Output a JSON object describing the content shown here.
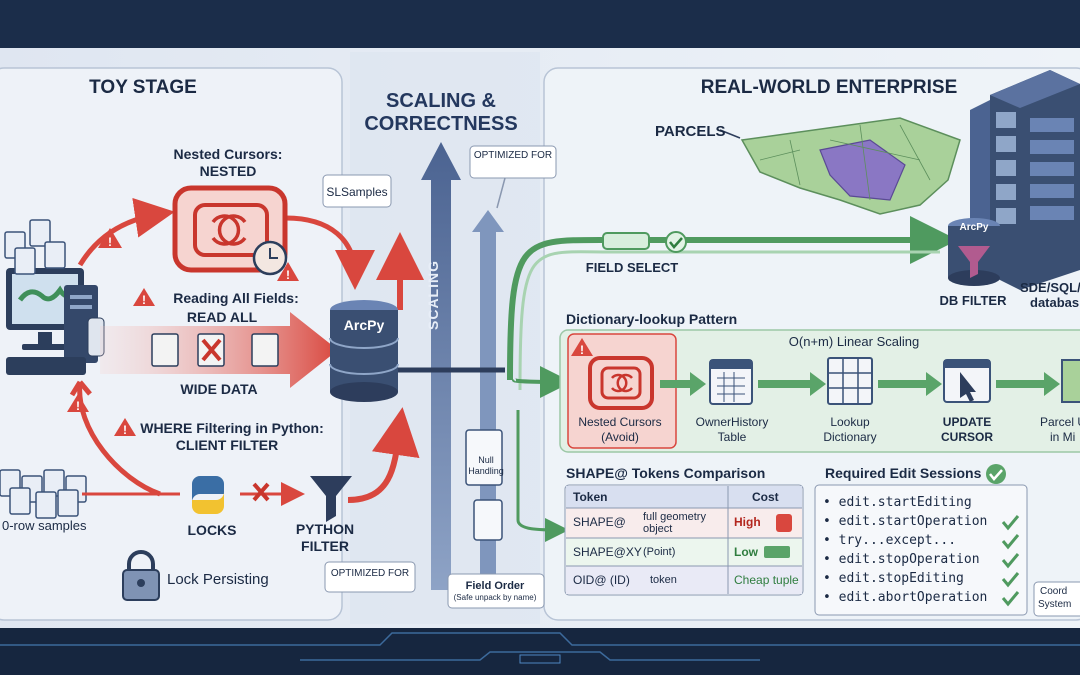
{
  "toy": {
    "title": "TOY STAGE",
    "nested_title": "Nested Cursors:",
    "nested_sub": "NESTED",
    "readall_title": "Reading All Fields:",
    "readall_sub": "READ ALL",
    "wide_data": "WIDE DATA",
    "where_title": "WHERE Filtering in Python:",
    "where_sub": "CLIENT FILTER",
    "samples": "0-row samples",
    "locks": "LOCKS",
    "python_filter_1": "PYTHON",
    "python_filter_2": "FILTER",
    "lock_persisting": "Lock Persisting"
  },
  "middle": {
    "title_1": "SCALING &",
    "title_2": "CORRECTNESS",
    "scaling": "SCALING",
    "optimized_top": "OPTIMIZED FOR",
    "optimized_bottom": "OPTIMIZED FOR",
    "slsamples": "SLSamples",
    "arcpy": "ArcPy",
    "null_1": "Null",
    "null_2": "Handling",
    "field_order": "Field Order",
    "field_order_sub": "(Safe unpack by name)"
  },
  "enterprise": {
    "title": "REAL-WORLD ENTERPRISE",
    "parcels": "PARCELS",
    "field_select": "FIELD SELECT",
    "db_arcpy": "ArcPy",
    "db_filter": "DB FILTER",
    "sde_1": "SDE/SQL/O",
    "sde_2": "databas",
    "dict_title": "Dictionary-lookup Pattern",
    "linear": "O(n+m) Linear Scaling",
    "steps": [
      {
        "l1": "Nested Cursors",
        "l2": "(Avoid)"
      },
      {
        "l1": "OwnerHistory",
        "l2": "Table"
      },
      {
        "l1": "Lookup",
        "l2": "Dictionary"
      },
      {
        "l1": "UPDATE",
        "l2": "CURSOR"
      },
      {
        "l1": "Parcel U",
        "l2": "in Mi"
      }
    ],
    "shape_title": "SHAPE@ Tokens Comparison",
    "shape_headers": [
      "Token",
      "Cost"
    ],
    "shape_rows": [
      {
        "token": "SHAPE@",
        "desc1": "full geometry",
        "desc2": "object",
        "cost": "High"
      },
      {
        "token": "SHAPE@XY",
        "desc1": "(Point)",
        "desc2": "",
        "cost": "Low"
      },
      {
        "token": "OID@ (ID)",
        "desc1": "token",
        "desc2": "",
        "cost": "Cheap tuple"
      }
    ],
    "edit_title": "Required Edit Sessions",
    "edit_items": [
      "• edit.startEditing",
      "• edit.startOperation",
      "• try...except...",
      "• edit.stopOperation",
      "• edit.stopEditing",
      "• edit.abortOperation"
    ],
    "coord_1": "Coord",
    "coord_2": "System"
  },
  "colors": {
    "bad": "#d9534f",
    "good": "#5aa469",
    "frame": "#1b2d4a",
    "db": "#3a4f72"
  }
}
